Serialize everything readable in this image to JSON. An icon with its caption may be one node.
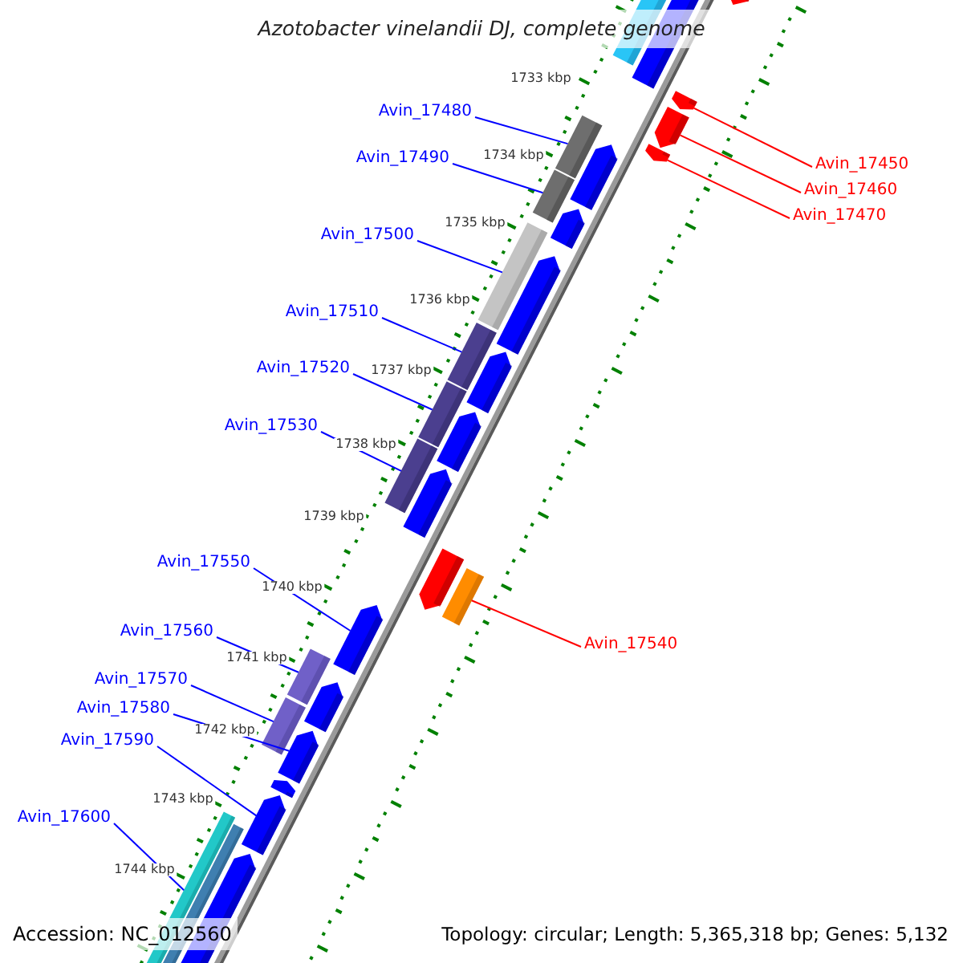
{
  "diagram": {
    "title": "Azotobacter vinelandii DJ, complete genome",
    "nodes": [
      {
        "text": [
          "Avin_17480"
        ]
      },
      {
        "text": [
          "Avin_17490"
        ]
      },
      {
        "text": [
          "Avin_17450"
        ]
      },
      {
        "text": [
          "Avin_17460"
        ]
      },
      {
        "text": [
          "Avin_17470"
        ]
      },
      {
        "text": [
          "Avin_17500"
        ]
      },
      {
        "text": [
          "Avin_17510"
        ]
      },
      {
        "text": [
          "Avin_17520"
        ]
      },
      {
        "text": [
          "Avin_17530"
        ]
      },
      {
        "text": [
          "Avin_17550"
        ]
      },
      {
        "text": [
          "Avin_17560"
        ]
      },
      {
        "text": [
          "Avin_17540"
        ]
      },
      {
        "text": [
          "Avin_17570"
        ]
      },
      {
        "text": [
          "Avin_17580"
        ]
      },
      {
        "text": [
          "Avin_17590"
        ]
      },
      {
        "text": [
          "Avin_17600"
        ]
      },
      {
        "text": [],
        "shape": "bar"
      },
      {
        "text": [],
        "shape": "bar"
      },
      {
        "text": [],
        "shape": "bar"
      },
      {
        "text": [],
        "shape": "bar"
      },
      {
        "text": [],
        "shape": "bar"
      },
      {
        "text": [],
        "shape": "bar"
      },
      {
        "text": [],
        "shape": "bar"
      },
      {
        "text": [],
        "shape": "bar"
      },
      {
        "text": [],
        "shape": "bar"
      },
      {
        "text": [],
        "shape": "bar"
      },
      {
        "text": [],
        "shape": "bar"
      },
      {
        "text": [],
        "shape": "bar"
      },
      {
        "text": [],
        "shape": "bar"
      },
      {
        "text": [],
        "shape": "bar"
      },
      {
        "text": [],
        "shape": "bar"
      },
      {
        "text": [],
        "shape": "bar"
      }
    ],
    "edges": [
      {
        "from": 0,
        "to": 19,
        "arrow": "none"
      },
      {
        "from": 1,
        "to": 20,
        "arrow": "none"
      },
      {
        "from": 2,
        "to": 16,
        "arrow": "none",
        "color": "#ff0000"
      },
      {
        "from": 3,
        "to": 17,
        "arrow": "none",
        "color": "#ff0000"
      },
      {
        "from": 4,
        "to": 18,
        "arrow": "none",
        "color": "#ff0000"
      },
      {
        "from": 5,
        "to": 21,
        "arrow": "none"
      },
      {
        "from": 6,
        "to": 22,
        "arrow": "none"
      },
      {
        "from": 7,
        "to": 23,
        "arrow": "none"
      },
      {
        "from": 8,
        "to": 24,
        "arrow": "none"
      },
      {
        "from": 9,
        "to": 26,
        "arrow": "none"
      },
      {
        "from": 10,
        "to": 27,
        "arrow": "none"
      },
      {
        "from": 11,
        "to": 25,
        "arrow": "none",
        "color": "#ff0000"
      },
      {
        "from": 12,
        "to": 28,
        "arrow": "none"
      },
      {
        "from": 13,
        "to": 29,
        "arrow": "none"
      },
      {
        "from": 14,
        "to": 30,
        "arrow": "none"
      },
      {
        "from": 15,
        "to": 31,
        "arrow": "none"
      }
    ],
    "labels": [
      "1733 kbp",
      "1734 kbp",
      "1735 kbp",
      "1736 kbp",
      "1737 kbp",
      "1738 kbp",
      "1739 kbp",
      "1740 kbp",
      "1741 kbp",
      "1742 kbp",
      "1743 kbp",
      "1744 kbp",
      "Accession: NC_012560",
      "Topology: circular; Length: 5,365,318 bp; Genes: 5,132"
    ]
  }
}
